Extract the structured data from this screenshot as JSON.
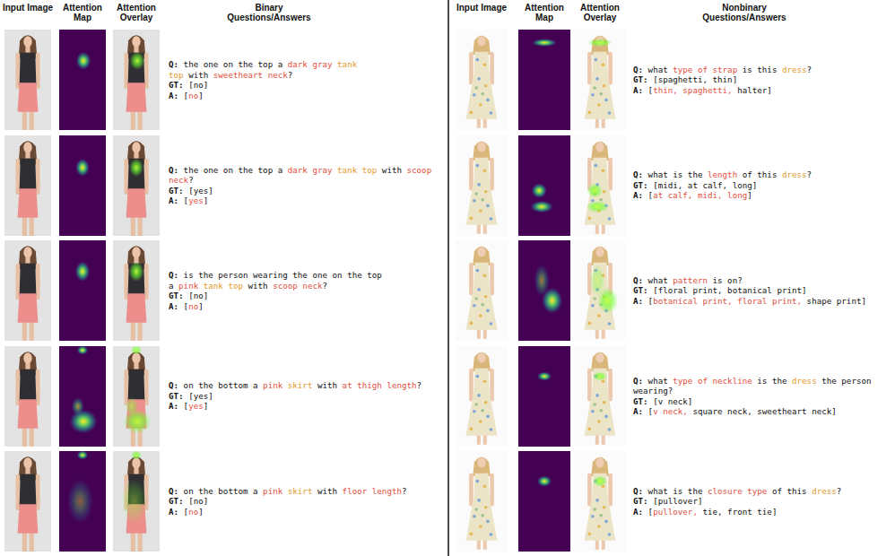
{
  "diagram": {
    "labels": [
      "Input Image",
      "Attention Map",
      "Attention Overlay",
      "Binary Questions/Answers",
      "Input Image",
      "Attention Map",
      "Attention Overlay",
      "Nonbinary Questions/Answers",
      "Q:",
      "the one on the top a",
      "dark gray",
      "tank top",
      "with",
      "sweetheart neck",
      "?",
      "GT:",
      "[no]",
      "A:",
      "[",
      "no",
      "]",
      "Q:",
      "the one on the top a",
      "dark gray",
      "tank top",
      "with",
      "scoop neck",
      "?",
      "GT:",
      "[yes]",
      "A:",
      "[",
      "yes",
      "]",
      "Q:",
      "is the person wearing the one on the top a",
      "pink",
      "tank top",
      "with",
      "scoop neck",
      "?",
      "GT:",
      "[no]",
      "A:",
      "[",
      "no",
      "]",
      "Q:",
      "on the bottom a",
      "pink",
      "skirt",
      "with",
      "at thigh length",
      "?",
      "GT:",
      "[yes]",
      "A:",
      "[",
      "yes",
      "]",
      "Q:",
      "on the bottom a",
      "pink",
      "skirt",
      "with",
      "floor length",
      "?",
      "GT:",
      "[no]",
      "A:",
      "[",
      "no",
      "]",
      "Q:",
      "what",
      "type of strap",
      "is this",
      "dress",
      "?",
      "GT:",
      "[spaghetti, thin]",
      "A:",
      "[",
      "thin,",
      "spaghetti,",
      "halter]",
      "Q:",
      "what is the",
      "length",
      "of this",
      "dress",
      "?",
      "GT:",
      "[midi, at calf, long]",
      "A:",
      "[",
      "at calf,",
      "midi,",
      "long",
      "]",
      "Q:",
      "what",
      "pattern",
      "is on?",
      "GT:",
      "[floral print, botanical print]",
      "A:",
      "[",
      "botanical print,",
      "floral print,",
      "shape print]",
      "Q:",
      "what",
      "type of neckline",
      "is the",
      "dress",
      "the person wearing?",
      "GT:",
      "[v neck]",
      "A:",
      "[",
      "v neck,",
      "square neck, sweetheart neck]",
      "Q:",
      "what is the",
      "closure type",
      "of this",
      "dress",
      "?",
      "GT:",
      "[pullover]",
      "A:",
      "[",
      "pullover,",
      "tie, front tie]"
    ]
  }
}
